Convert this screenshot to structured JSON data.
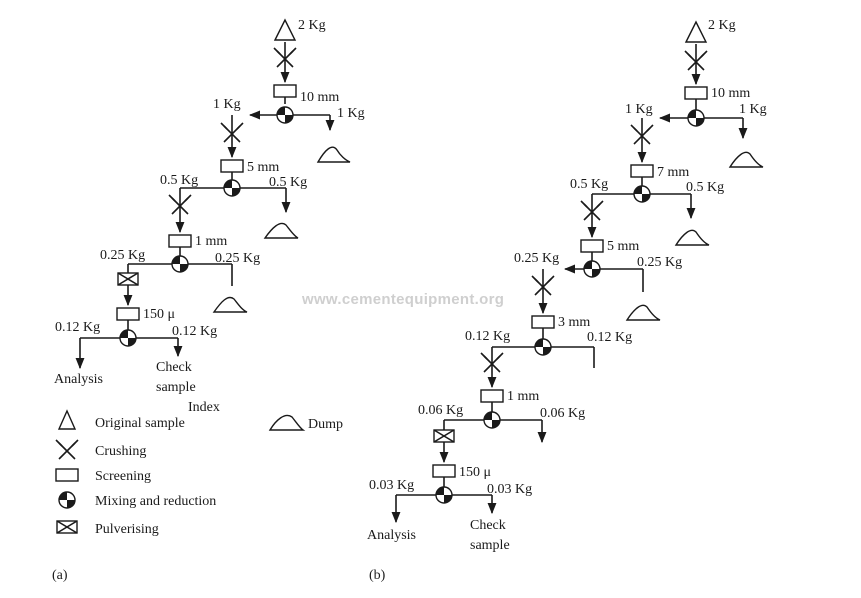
{
  "panel_a": {
    "caption": "(a)",
    "original": "2 Kg",
    "screen_1": "10 mm",
    "split_1_left": "1 Kg",
    "split_1_right": "1 Kg",
    "screen_2": "5 mm",
    "split_2_left": "0.5 Kg",
    "split_2_right": "0.5 Kg",
    "screen_3": "1 mm",
    "split_3_left": "0.25 Kg",
    "split_3_right": "0.25 Kg",
    "screen_4": "150 μ",
    "split_4_left": "0.12 Kg",
    "split_4_right": "0.12 Kg",
    "analysis": "Analysis",
    "check_line1": "Check",
    "check_line2": "sample"
  },
  "legend": {
    "title": "Index",
    "items": [
      {
        "icon": "triangle-icon",
        "label": "Original sample"
      },
      {
        "icon": "crush-icon",
        "label": "Crushing"
      },
      {
        "icon": "screen-icon",
        "label": "Screening"
      },
      {
        "icon": "mixing-icon",
        "label": "Mixing and reduction"
      },
      {
        "icon": "pulverise-icon",
        "label": "Pulverising"
      }
    ],
    "dump": "Dump"
  },
  "panel_b": {
    "caption": "(b)",
    "original": "2 Kg",
    "screen_1": "10 mm",
    "split_1_left": "1 Kg",
    "split_1_right": "1 Kg",
    "screen_2": "7 mm",
    "split_2_left": "0.5 Kg",
    "split_2_right": "0.5 Kg",
    "screen_3": "5 mm",
    "split_3_left": "0.25 Kg",
    "split_3_right": "0.25 Kg",
    "screen_4": "3 mm",
    "split_4_left": "0.12 Kg",
    "split_4_right": "0.12 Kg",
    "screen_5": "1 mm",
    "split_5_left": "0.06 Kg",
    "split_5_right": "0.06 Kg",
    "screen_6": "150 μ",
    "split_6_left": "0.03 Kg",
    "split_6_right": "0.03 Kg",
    "analysis": "Analysis",
    "check_line1": "Check",
    "check_line2": "sample"
  },
  "watermark": "www.cementequipment.org"
}
